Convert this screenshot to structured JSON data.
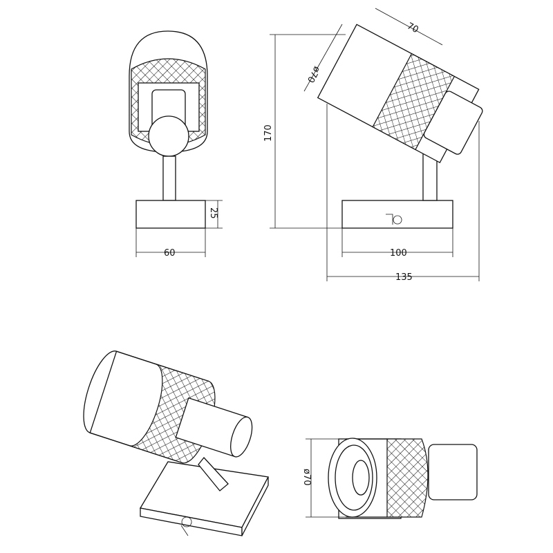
{
  "drawing": {
    "front_view": {
      "width_label": "60",
      "base_height_label": "25"
    },
    "side_view": {
      "shade_length_label": "70",
      "shade_diameter_label": "ø70",
      "height_label": "170",
      "base_length_label": "100",
      "total_depth_label": "135"
    },
    "bottom_view": {
      "diameter_label": "ø70"
    }
  }
}
